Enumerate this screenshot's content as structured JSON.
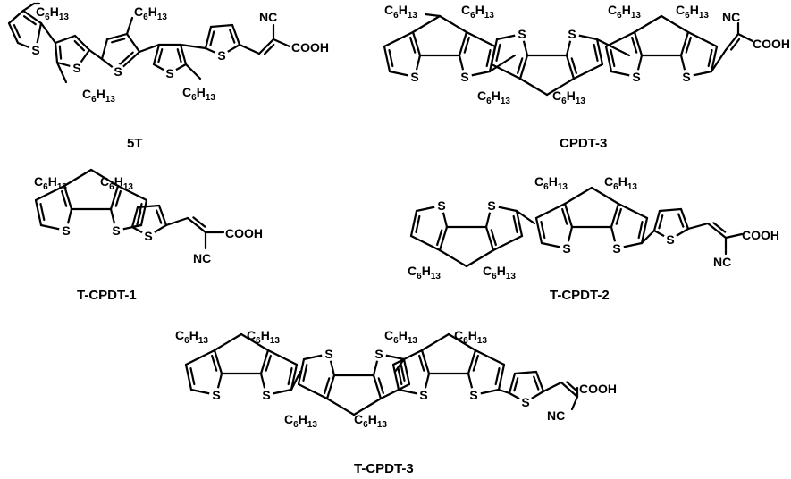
{
  "labels": {
    "alkyl_base": "C",
    "alkyl_sub1": "6",
    "alkyl_mid": "H",
    "alkyl_sub2": "13",
    "nitrile": "NC",
    "acid": "COOH",
    "sulfur": "S"
  },
  "compounds": [
    {
      "name": "5T"
    },
    {
      "name": "CPDT-3"
    },
    {
      "name": "T-CPDT-1"
    },
    {
      "name": "T-CPDT-2"
    },
    {
      "name": "T-CPDT-3"
    }
  ]
}
